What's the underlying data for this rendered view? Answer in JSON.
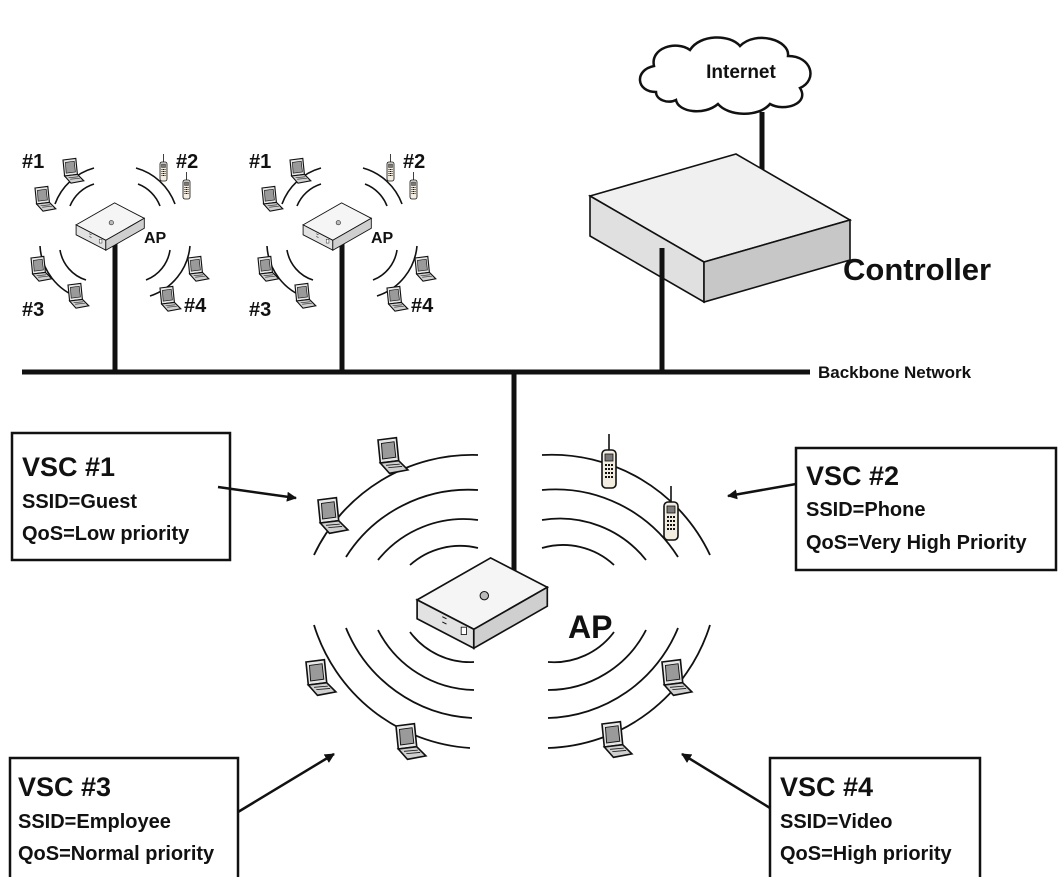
{
  "internet": {
    "label": "Internet"
  },
  "controller": {
    "label": "Controller"
  },
  "backbone": {
    "label": "Backbone Network"
  },
  "small_ap_1": {
    "ap": "AP",
    "c1": "#1",
    "c2": "#2",
    "c3": "#3",
    "c4": "#4"
  },
  "small_ap_2": {
    "ap": "AP",
    "c1": "#1",
    "c2": "#2",
    "c3": "#3",
    "c4": "#4"
  },
  "main_ap": {
    "label": "AP"
  },
  "vsc": [
    {
      "title": "VSC #1",
      "ssid": "SSID=Guest",
      "qos": "QoS=Low priority"
    },
    {
      "title": "VSC #2",
      "ssid": "SSID=Phone",
      "qos": "QoS=Very High Priority"
    },
    {
      "title": "VSC #3",
      "ssid": "SSID=Employee",
      "qos": "QoS=Normal priority"
    },
    {
      "title": "VSC #4",
      "ssid": "SSID=Video",
      "qos": "QoS=High priority"
    }
  ]
}
